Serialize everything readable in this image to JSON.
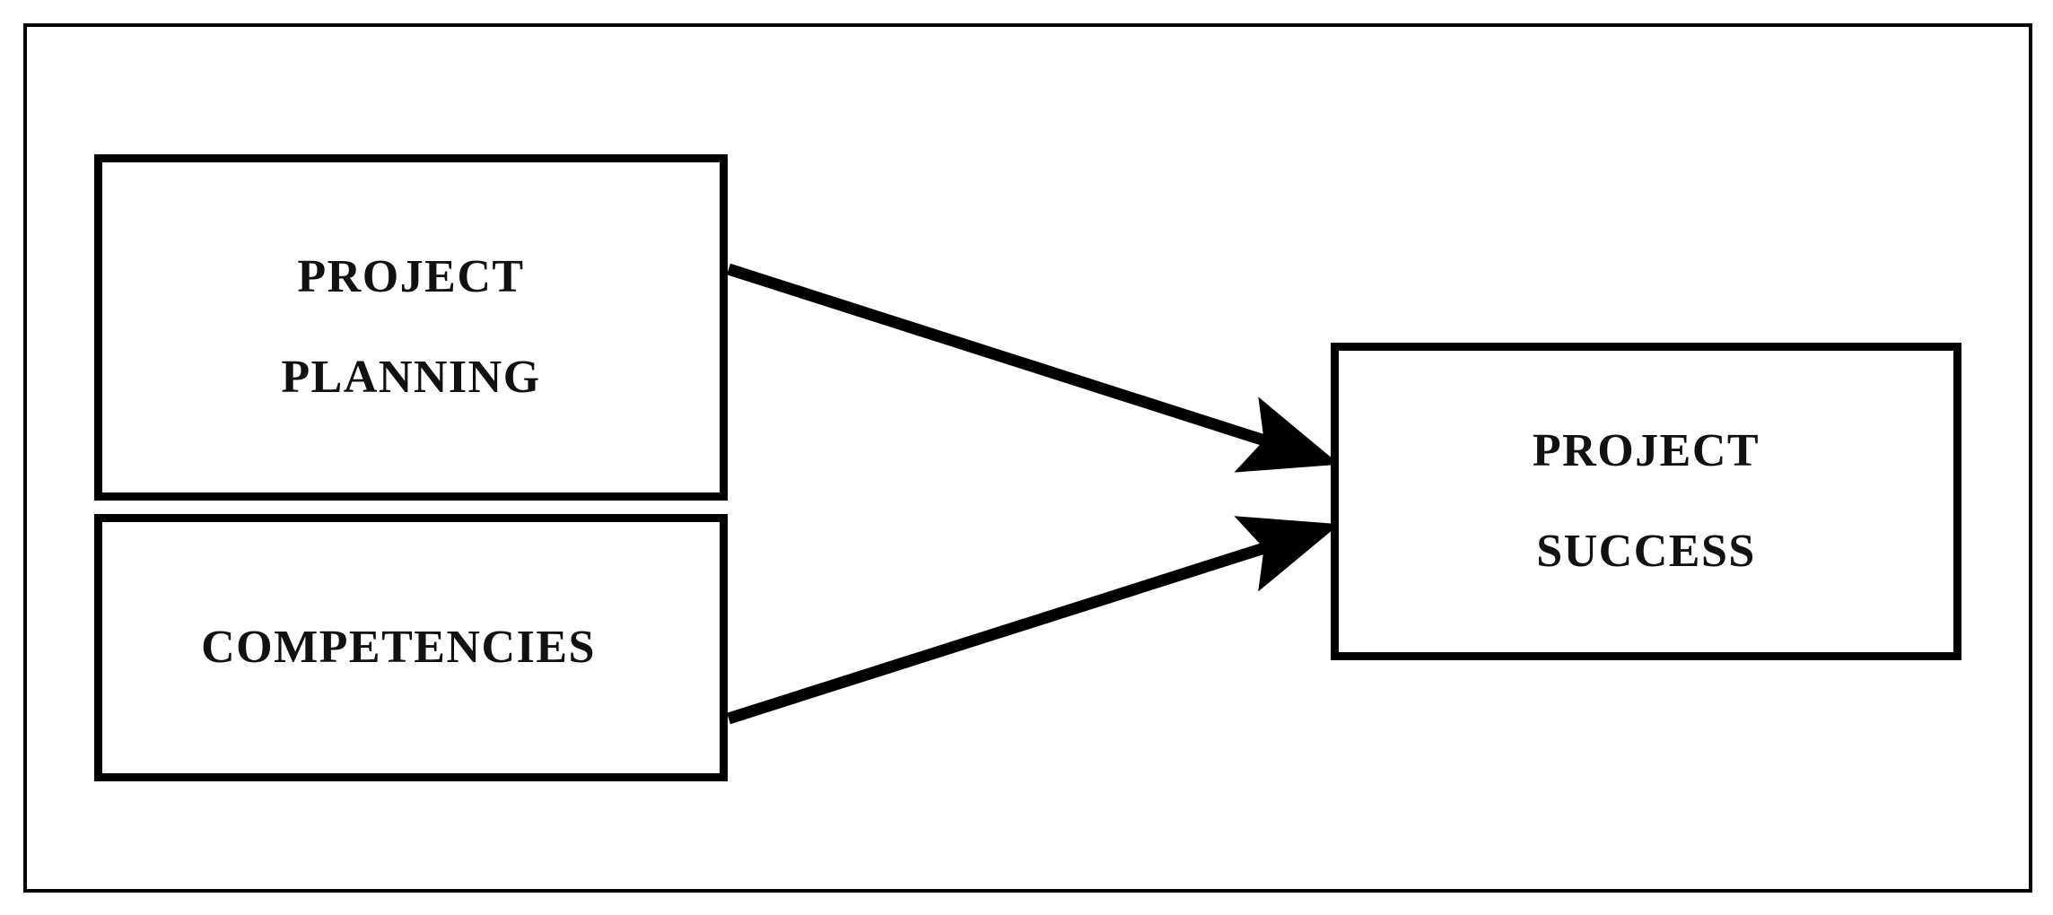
{
  "diagram": {
    "title": "",
    "frame": {
      "style": "thin-rectangle-border",
      "color": "#000000"
    },
    "nodes": [
      {
        "id": "project-planning",
        "lines": [
          "PROJECT",
          "PLANNING"
        ],
        "role": "independent-variable"
      },
      {
        "id": "competencies",
        "lines": [
          "COMPETENCIES"
        ],
        "role": "independent-variable"
      },
      {
        "id": "project-success",
        "lines": [
          "PROJECT",
          "SUCCESS"
        ],
        "role": "dependent-variable"
      }
    ],
    "edges": [
      {
        "id": "planning-to-success",
        "from": "project-planning",
        "to": "project-success",
        "label": "",
        "arrowhead": "filled-triangle",
        "color": "#000000"
      },
      {
        "id": "competencies-to-success",
        "from": "competencies",
        "to": "project-success",
        "label": "",
        "arrowhead": "filled-triangle",
        "color": "#000000"
      }
    ],
    "colors": {
      "stroke": "#000000",
      "text": "#111111",
      "background": "#ffffff"
    }
  }
}
